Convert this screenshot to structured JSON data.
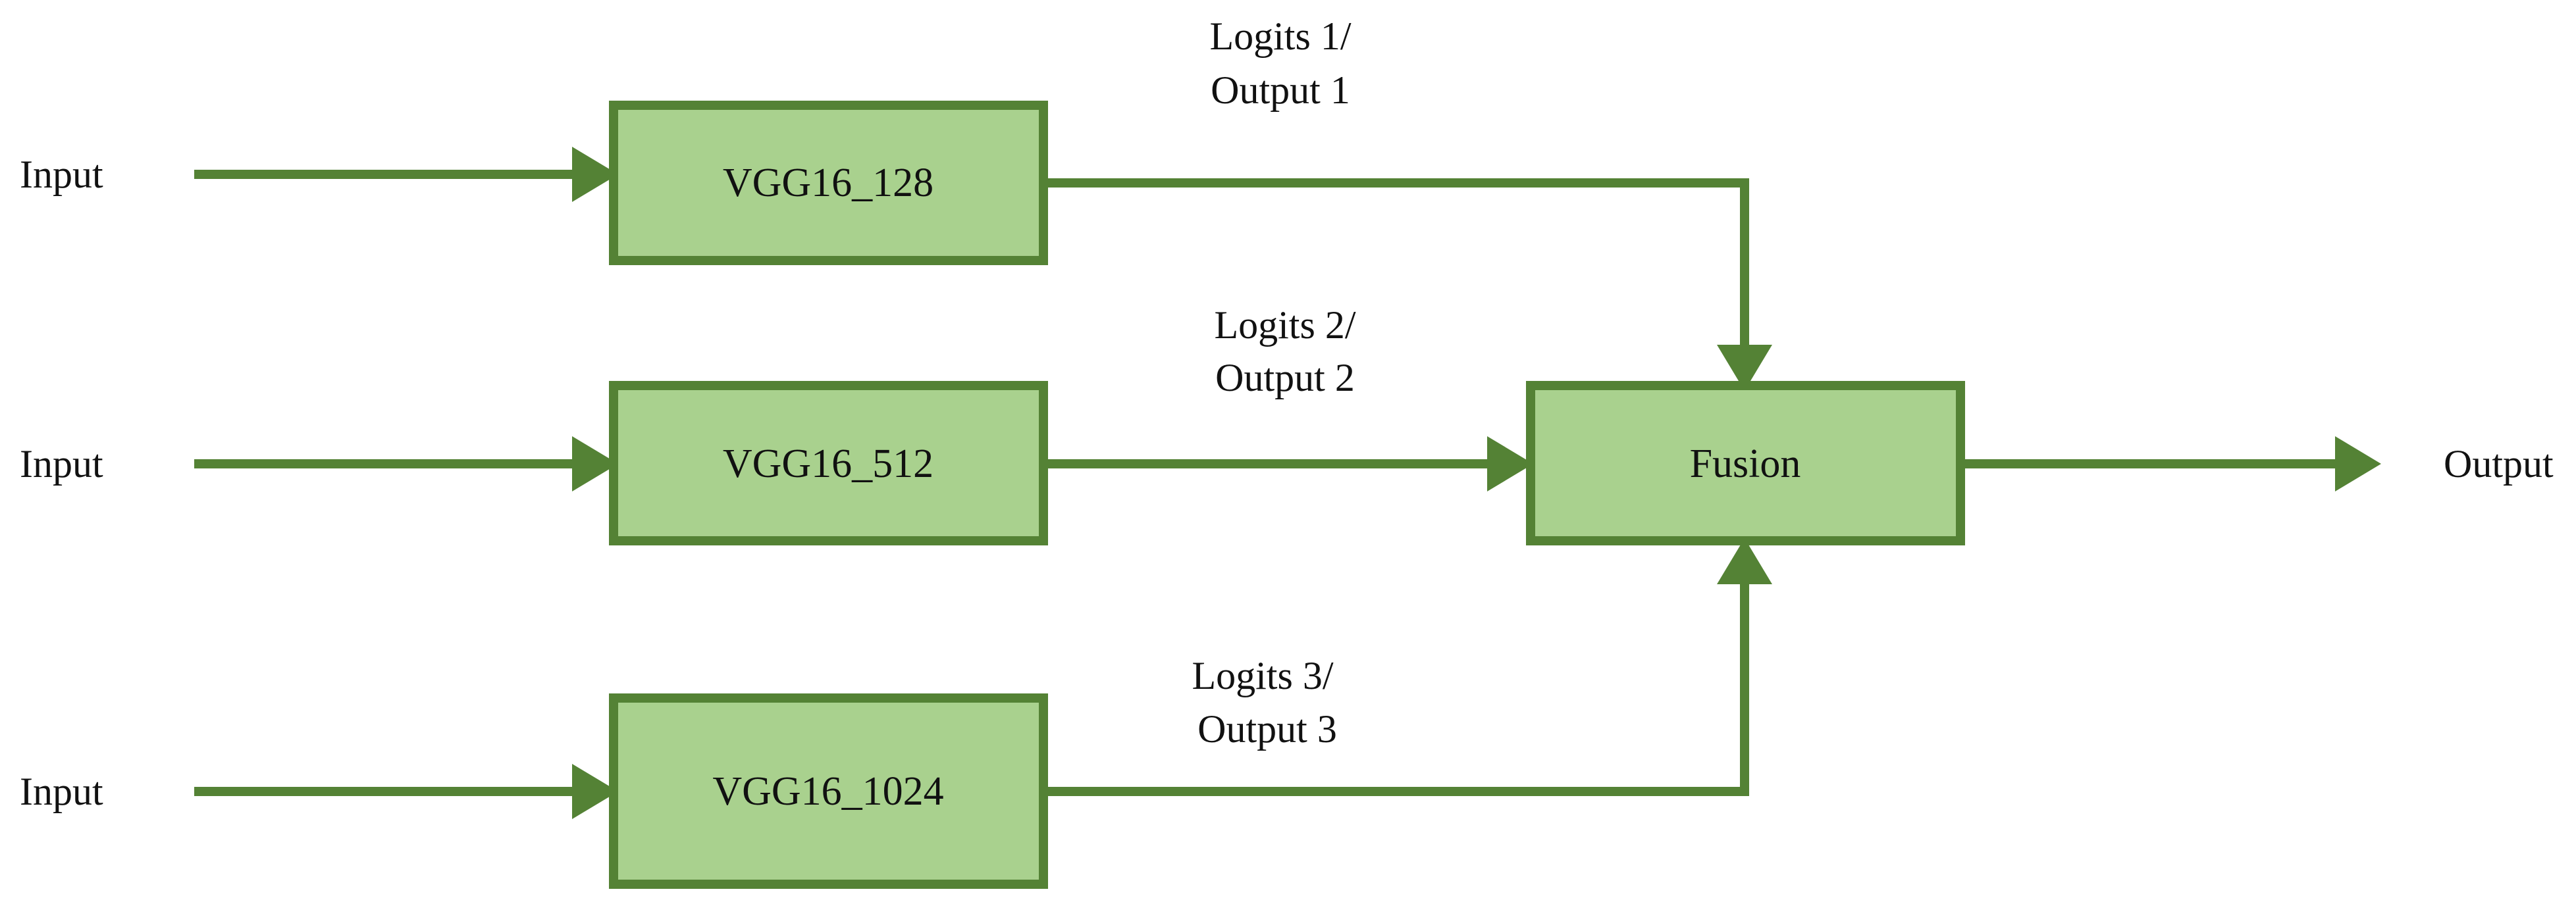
{
  "colors": {
    "box_fill": "#a9d18e",
    "box_stroke": "#548235",
    "line": "#548235",
    "text": "#111111"
  },
  "inputs": [
    {
      "label": "Input"
    },
    {
      "label": "Input"
    },
    {
      "label": "Input"
    }
  ],
  "models": [
    {
      "label": "VGG16_128"
    },
    {
      "label": "VGG16_512"
    },
    {
      "label": "VGG16_1024"
    }
  ],
  "logits": [
    {
      "line1": "Logits 1/",
      "line2": "Output 1"
    },
    {
      "line1": "Logits 2/",
      "line2": "Output 2"
    },
    {
      "line1": "Logits 3/",
      "line2": "Output 3"
    }
  ],
  "fusion": {
    "label": "Fusion"
  },
  "output": {
    "label": "Output"
  }
}
